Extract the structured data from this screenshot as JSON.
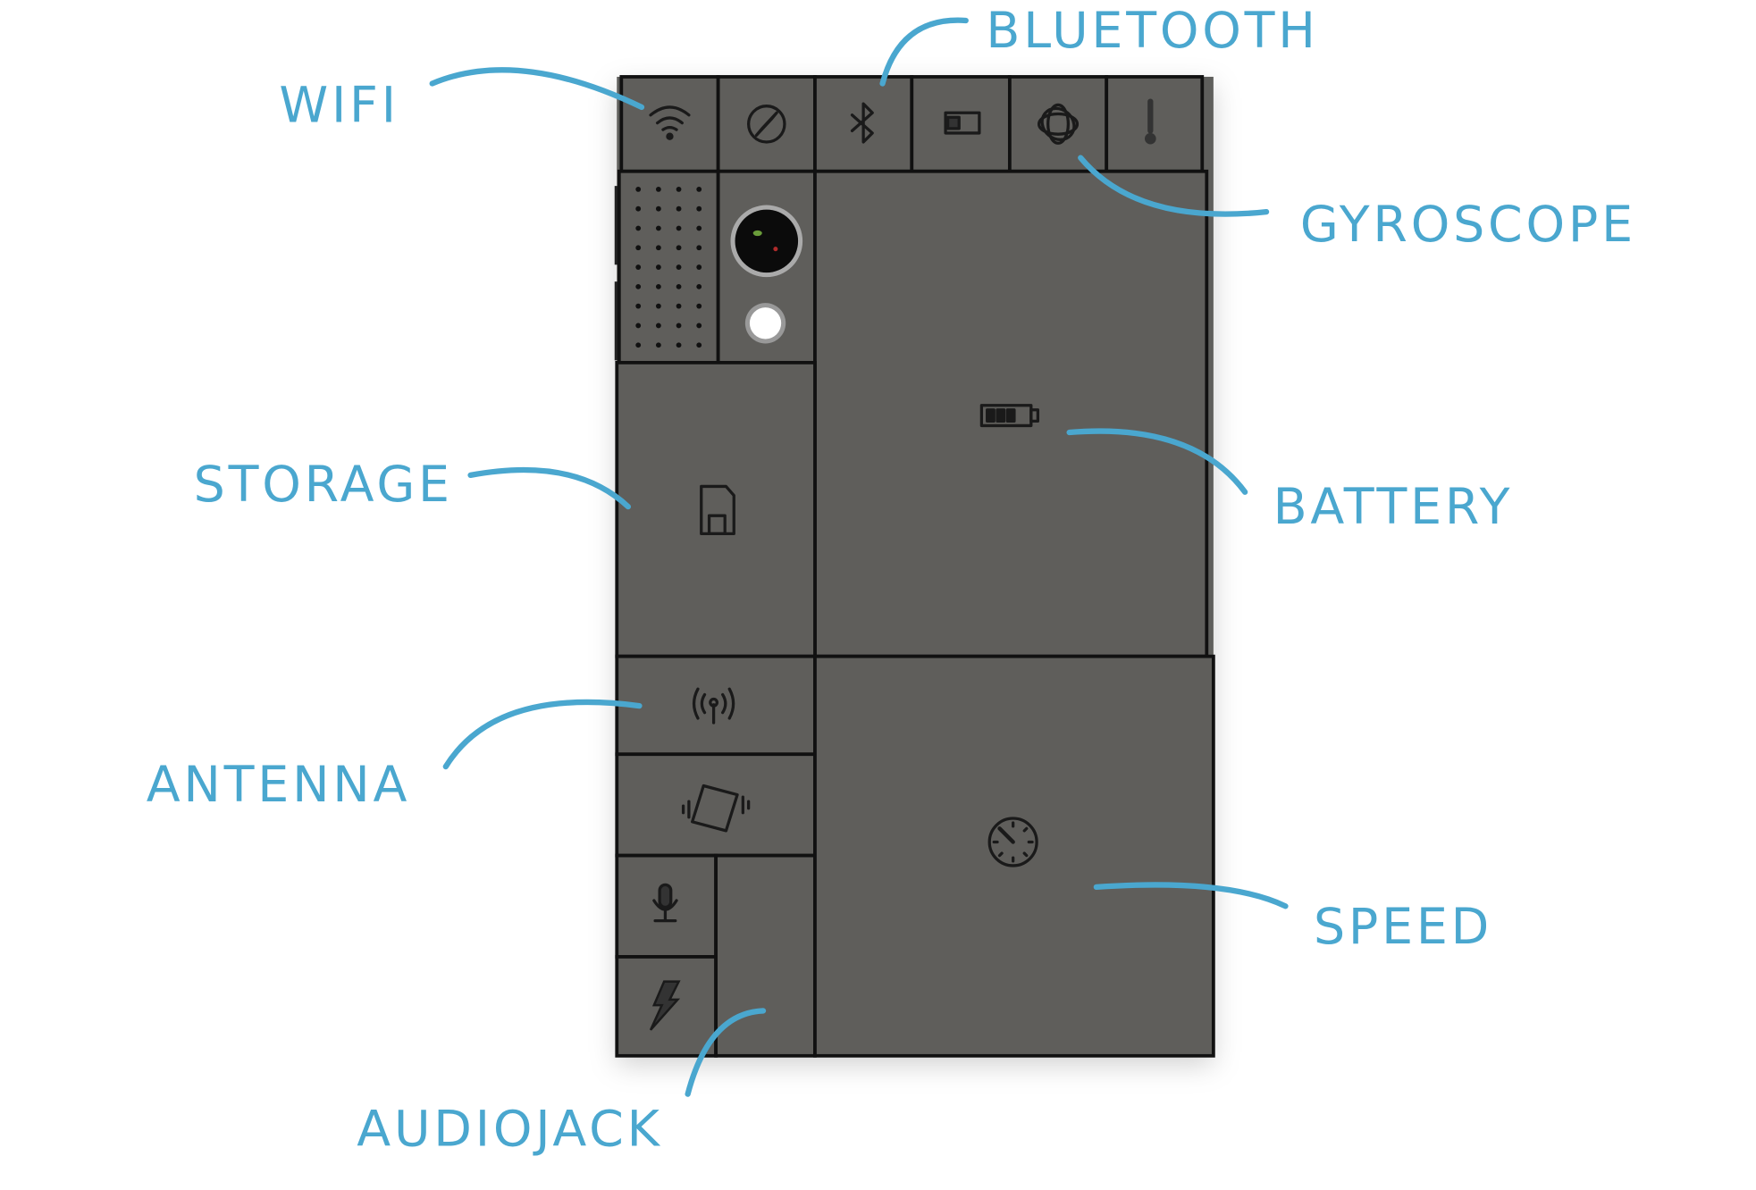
{
  "labels": {
    "wifi": "WIFI",
    "bluetooth": "BLUETOOTH",
    "gyroscope": "GYROSCOPE",
    "storage": "STORAGE",
    "battery": "BATTERY",
    "antenna": "ANTENNA",
    "speed": "SPEED",
    "audiojack": "AUDIOJACK"
  },
  "colors": {
    "label": "#4aa7cf",
    "module": "#5f5e5b",
    "seam": "#111111"
  }
}
